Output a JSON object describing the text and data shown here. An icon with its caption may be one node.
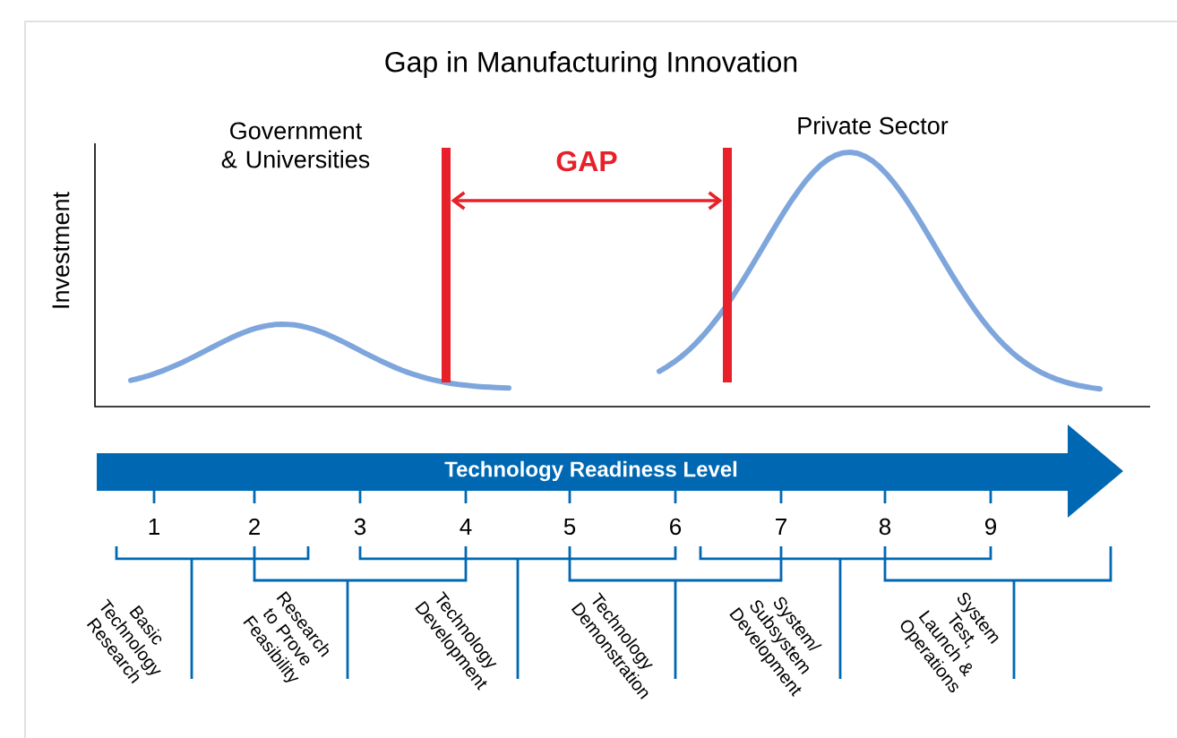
{
  "diagram": {
    "title": "Gap in Manufacturing Innovation",
    "nodes": [
      {
        "text": [],
        "shape": "bar"
      },
      {
        "text": [],
        "shape": "bar"
      }
    ],
    "edges": [
      {
        "from": 0,
        "to": 1,
        "arrow": "both",
        "label": "GAP",
        "color": "#e8202a"
      }
    ],
    "labels": [
      "Government & Universities",
      "Private Sector",
      "Investment",
      "Technology Readiness Level",
      "1",
      "2",
      "3",
      "4",
      "5",
      "6",
      "7",
      "8",
      "9",
      "Basic Technology Research",
      "Research to Prove Feasibility",
      "Technology Development",
      "Technology Demonstration",
      "System/ Subsystem Development",
      "System Test, Launch & Operations"
    ]
  }
}
